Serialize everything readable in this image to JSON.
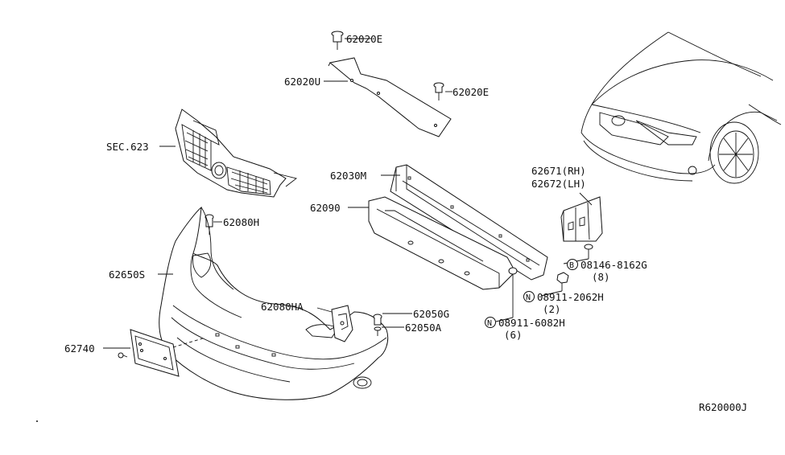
{
  "diagram": {
    "callouts": {
      "p62020e_top": "62020E",
      "p62020u": "62020U",
      "p62020e_right": "62020E",
      "sec623": "SEC.623",
      "p62030m": "62030M",
      "p62090": "62090",
      "p62080h": "62080H",
      "p62650s": "62650S",
      "p62080ha": "62080HA",
      "p62050g": "62050G",
      "p62050a": "62050A",
      "p62740": "62740",
      "p62671": "62671(RH)",
      "p62672": "62672(LH)",
      "bolt_b": "08146-8162G",
      "bolt_b_qty": "(8)",
      "nut_n1": "08911-2062H",
      "nut_n1_qty": "(2)",
      "nut_n2": "08911-6082H",
      "nut_n2_qty": "(6)",
      "sym_b": "B",
      "sym_n": "N",
      "ref": "R620000J"
    }
  }
}
